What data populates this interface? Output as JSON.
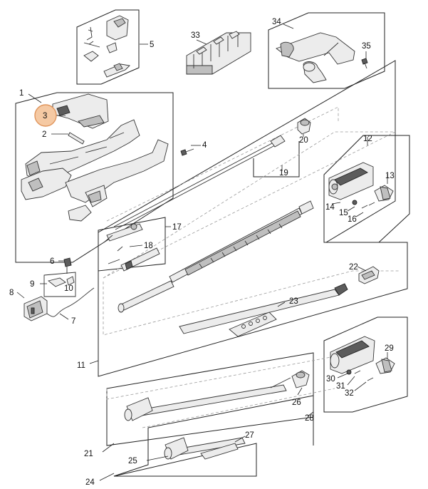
{
  "highlight_color": "#f5c9a3",
  "highlight_stroke": "#e0955c",
  "callouts": [
    "1",
    "2",
    "3",
    "4",
    "5",
    "6",
    "7",
    "8",
    "9",
    "10",
    "11",
    "12",
    "13",
    "14",
    "15",
    "16",
    "17",
    "18",
    "19",
    "20",
    "21",
    "22",
    "23",
    "24",
    "25",
    "26",
    "27",
    "28",
    "29",
    "30",
    "31",
    "32",
    "33",
    "34",
    "35"
  ],
  "highlighted_callout": "3"
}
